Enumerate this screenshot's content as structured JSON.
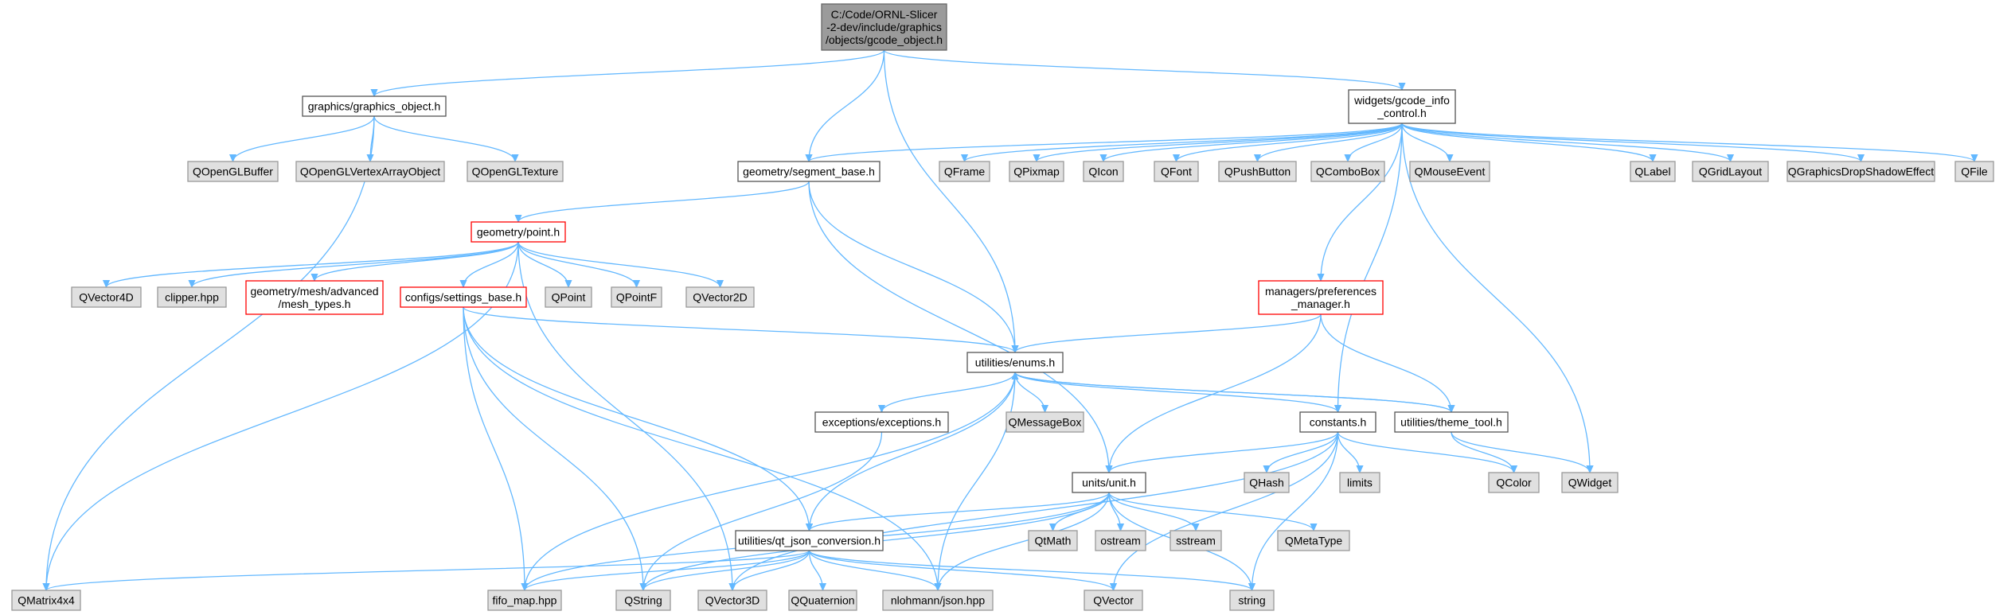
{
  "graph": {
    "nodes": [
      {
        "id": "root",
        "label": "C:/Code/ORNL-Slicer\n-2-dev/include/graphics\n/objects/gcode_object.h",
        "style": "root"
      },
      {
        "id": "graphics_object",
        "label": "graphics/graphics_object.h",
        "style": "normal"
      },
      {
        "id": "segment_base",
        "label": "geometry/segment_base.h",
        "style": "normal"
      },
      {
        "id": "gcode_info",
        "label": "widgets/gcode_info\n_control.h",
        "style": "normal"
      },
      {
        "id": "QOpenGLBuffer",
        "label": "QOpenGLBuffer",
        "style": "ext"
      },
      {
        "id": "QOpenGLVertexArrayObject",
        "label": "QOpenGLVertexArrayObject",
        "style": "ext"
      },
      {
        "id": "QOpenGLTexture",
        "label": "QOpenGLTexture",
        "style": "ext"
      },
      {
        "id": "point",
        "label": "geometry/point.h",
        "style": "red"
      },
      {
        "id": "QFrame",
        "label": "QFrame",
        "style": "ext"
      },
      {
        "id": "QPixmap",
        "label": "QPixmap",
        "style": "ext"
      },
      {
        "id": "QIcon",
        "label": "QIcon",
        "style": "ext"
      },
      {
        "id": "QFont",
        "label": "QFont",
        "style": "ext"
      },
      {
        "id": "QPushButton",
        "label": "QPushButton",
        "style": "ext"
      },
      {
        "id": "QComboBox",
        "label": "QComboBox",
        "style": "ext"
      },
      {
        "id": "QMouseEvent",
        "label": "QMouseEvent",
        "style": "ext"
      },
      {
        "id": "QLabel",
        "label": "QLabel",
        "style": "ext"
      },
      {
        "id": "QGridLayout",
        "label": "QGridLayout",
        "style": "ext"
      },
      {
        "id": "QGraphicsDropShadowEffect",
        "label": "QGraphicsDropShadowEffect",
        "style": "ext"
      },
      {
        "id": "QFile",
        "label": "QFile",
        "style": "ext"
      },
      {
        "id": "QVector4D",
        "label": "QVector4D",
        "style": "ext"
      },
      {
        "id": "clipper",
        "label": "clipper.hpp",
        "style": "ext"
      },
      {
        "id": "mesh_types",
        "label": "geometry/mesh/advanced\n/mesh_types.h",
        "style": "red"
      },
      {
        "id": "settings_base",
        "label": "configs/settings_base.h",
        "style": "red"
      },
      {
        "id": "QPoint",
        "label": "QPoint",
        "style": "ext"
      },
      {
        "id": "QPointF",
        "label": "QPointF",
        "style": "ext"
      },
      {
        "id": "QVector2D",
        "label": "QVector2D",
        "style": "ext"
      },
      {
        "id": "preferences_manager",
        "label": "managers/preferences\n_manager.h",
        "style": "red"
      },
      {
        "id": "enums",
        "label": "utilities/enums.h",
        "style": "normal"
      },
      {
        "id": "QMessageBox",
        "label": "QMessageBox",
        "style": "ext"
      },
      {
        "id": "exceptions",
        "label": "exceptions/exceptions.h",
        "style": "normal"
      },
      {
        "id": "constants",
        "label": "constants.h",
        "style": "normal"
      },
      {
        "id": "theme_tool",
        "label": "utilities/theme_tool.h",
        "style": "normal"
      },
      {
        "id": "QHash",
        "label": "QHash",
        "style": "ext"
      },
      {
        "id": "limits",
        "label": "limits",
        "style": "ext"
      },
      {
        "id": "QColor",
        "label": "QColor",
        "style": "ext"
      },
      {
        "id": "QWidget",
        "label": "QWidget",
        "style": "ext"
      },
      {
        "id": "unit",
        "label": "units/unit.h",
        "style": "normal"
      },
      {
        "id": "QtMath",
        "label": "QtMath",
        "style": "ext"
      },
      {
        "id": "ostream",
        "label": "ostream",
        "style": "ext"
      },
      {
        "id": "sstream",
        "label": "sstream",
        "style": "ext"
      },
      {
        "id": "QMetaType",
        "label": "QMetaType",
        "style": "ext"
      },
      {
        "id": "qt_json_conversion",
        "label": "utilities/qt_json_conversion.h",
        "style": "normal"
      },
      {
        "id": "QMatrix4x4",
        "label": "QMatrix4x4",
        "style": "ext"
      },
      {
        "id": "fifo_map",
        "label": "fifo_map.hpp",
        "style": "ext"
      },
      {
        "id": "QString",
        "label": "QString",
        "style": "ext"
      },
      {
        "id": "QVector3D",
        "label": "QVector3D",
        "style": "ext"
      },
      {
        "id": "QQuaternion",
        "label": "QQuaternion",
        "style": "ext"
      },
      {
        "id": "json",
        "label": "nlohmann/json.hpp",
        "style": "ext"
      },
      {
        "id": "QVector",
        "label": "QVector",
        "style": "ext"
      },
      {
        "id": "string",
        "label": "string",
        "style": "ext"
      }
    ],
    "edges": [
      [
        "root",
        "graphics_object"
      ],
      [
        "root",
        "segment_base"
      ],
      [
        "root",
        "gcode_info"
      ],
      [
        "root",
        "enums"
      ],
      [
        "graphics_object",
        "QOpenGLBuffer"
      ],
      [
        "graphics_object",
        "QOpenGLVertexArrayObject"
      ],
      [
        "graphics_object",
        "QOpenGLTexture"
      ],
      [
        "graphics_object",
        "QMatrix4x4"
      ],
      [
        "segment_base",
        "point"
      ],
      [
        "segment_base",
        "enums"
      ],
      [
        "segment_base",
        "unit"
      ],
      [
        "gcode_info",
        "segment_base"
      ],
      [
        "gcode_info",
        "QFrame"
      ],
      [
        "gcode_info",
        "QPixmap"
      ],
      [
        "gcode_info",
        "QIcon"
      ],
      [
        "gcode_info",
        "QFont"
      ],
      [
        "gcode_info",
        "QPushButton"
      ],
      [
        "gcode_info",
        "QComboBox"
      ],
      [
        "gcode_info",
        "QMouseEvent"
      ],
      [
        "gcode_info",
        "QLabel"
      ],
      [
        "gcode_info",
        "QGridLayout"
      ],
      [
        "gcode_info",
        "QGraphicsDropShadowEffect"
      ],
      [
        "gcode_info",
        "QFile"
      ],
      [
        "gcode_info",
        "preferences_manager"
      ],
      [
        "gcode_info",
        "constants"
      ],
      [
        "gcode_info",
        "QWidget"
      ],
      [
        "point",
        "QVector4D"
      ],
      [
        "point",
        "clipper"
      ],
      [
        "point",
        "mesh_types"
      ],
      [
        "point",
        "settings_base"
      ],
      [
        "point",
        "QPoint"
      ],
      [
        "point",
        "QPointF"
      ],
      [
        "point",
        "QVector2D"
      ],
      [
        "point",
        "QMatrix4x4"
      ],
      [
        "point",
        "QVector3D"
      ],
      [
        "settings_base",
        "enums"
      ],
      [
        "settings_base",
        "fifo_map"
      ],
      [
        "settings_base",
        "QString"
      ],
      [
        "settings_base",
        "qt_json_conversion"
      ],
      [
        "settings_base",
        "json"
      ],
      [
        "preferences_manager",
        "enums"
      ],
      [
        "preferences_manager",
        "theme_tool"
      ],
      [
        "preferences_manager",
        "unit"
      ],
      [
        "enums",
        "QMessageBox"
      ],
      [
        "enums",
        "exceptions"
      ],
      [
        "enums",
        "constants"
      ],
      [
        "enums",
        "theme_tool"
      ],
      [
        "enums",
        "fifo_map"
      ],
      [
        "enums",
        "json"
      ],
      [
        "enums",
        "qt_json_conversion"
      ],
      [
        "theme_tool",
        "enums"
      ],
      [
        "theme_tool",
        "QColor"
      ],
      [
        "theme_tool",
        "QWidget"
      ],
      [
        "exceptions",
        "QString"
      ],
      [
        "constants",
        "unit"
      ],
      [
        "constants",
        "QHash"
      ],
      [
        "constants",
        "limits"
      ],
      [
        "constants",
        "QColor"
      ],
      [
        "constants",
        "QVector3D"
      ],
      [
        "constants",
        "QVector"
      ],
      [
        "constants",
        "string"
      ],
      [
        "unit",
        "QtMath"
      ],
      [
        "unit",
        "ostream"
      ],
      [
        "unit",
        "sstream"
      ],
      [
        "unit",
        "QMetaType"
      ],
      [
        "unit",
        "qt_json_conversion"
      ],
      [
        "unit",
        "fifo_map"
      ],
      [
        "unit",
        "QString"
      ],
      [
        "unit",
        "json"
      ],
      [
        "unit",
        "string"
      ],
      [
        "qt_json_conversion",
        "QMatrix4x4"
      ],
      [
        "qt_json_conversion",
        "fifo_map"
      ],
      [
        "qt_json_conversion",
        "QString"
      ],
      [
        "qt_json_conversion",
        "QVector3D"
      ],
      [
        "qt_json_conversion",
        "QQuaternion"
      ],
      [
        "qt_json_conversion",
        "json"
      ],
      [
        "qt_json_conversion",
        "QVector"
      ],
      [
        "qt_json_conversion",
        "string"
      ]
    ]
  }
}
